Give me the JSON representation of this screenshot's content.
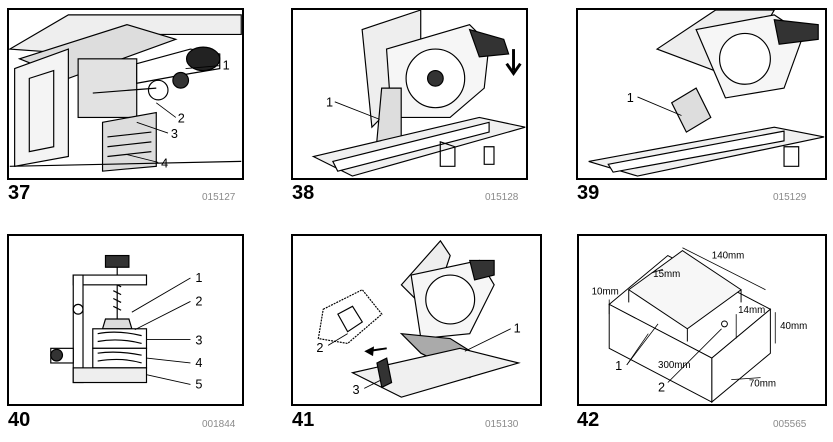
{
  "figures": [
    {
      "number": "37",
      "code": "015127",
      "callouts": [
        "1",
        "2",
        "3",
        "4"
      ]
    },
    {
      "number": "38",
      "code": "015128",
      "callouts": [
        "1"
      ]
    },
    {
      "number": "39",
      "code": "015129",
      "callouts": [
        "1"
      ]
    },
    {
      "number": "40",
      "code": "001844",
      "callouts": [
        "1",
        "2",
        "3",
        "4",
        "5"
      ]
    },
    {
      "number": "41",
      "code": "015130",
      "callouts": [
        "1",
        "2",
        "3"
      ]
    },
    {
      "number": "42",
      "code": "005565",
      "callouts": [
        "1",
        "2"
      ],
      "dimensions": {
        "width": "140mm",
        "top": "15mm",
        "step": "10mm",
        "hole": "14mm",
        "height": "40mm",
        "length": "300mm",
        "base": "70mm"
      }
    }
  ]
}
